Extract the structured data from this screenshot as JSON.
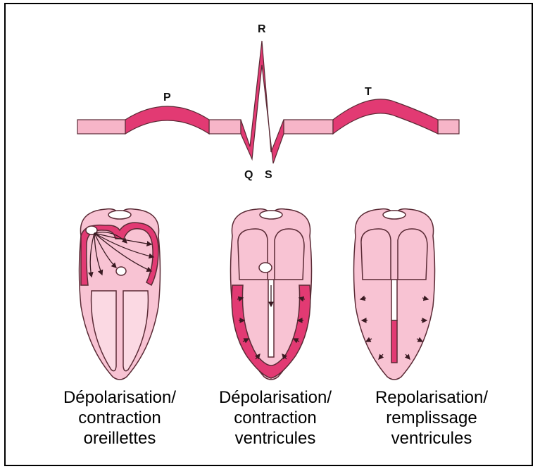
{
  "wave": {
    "labels": {
      "p": "P",
      "r": "R",
      "q": "Q",
      "s": "S",
      "t": "T"
    }
  },
  "colors": {
    "baseline_fill": "#f7b5c8",
    "active_fill": "#e23a73",
    "heart_fill": "#f8c3d3",
    "heart_outline": "#5a2a35",
    "text": "#000000"
  },
  "panels": [
    {
      "line1": "Dépolarisation/",
      "line2": "contraction",
      "line3": "oreillettes"
    },
    {
      "line1": "Dépolarisation/",
      "line2": "contraction",
      "line3": "ventricules"
    },
    {
      "line1": "Repolarisation/",
      "line2": "remplissage",
      "line3": "ventricules"
    }
  ]
}
